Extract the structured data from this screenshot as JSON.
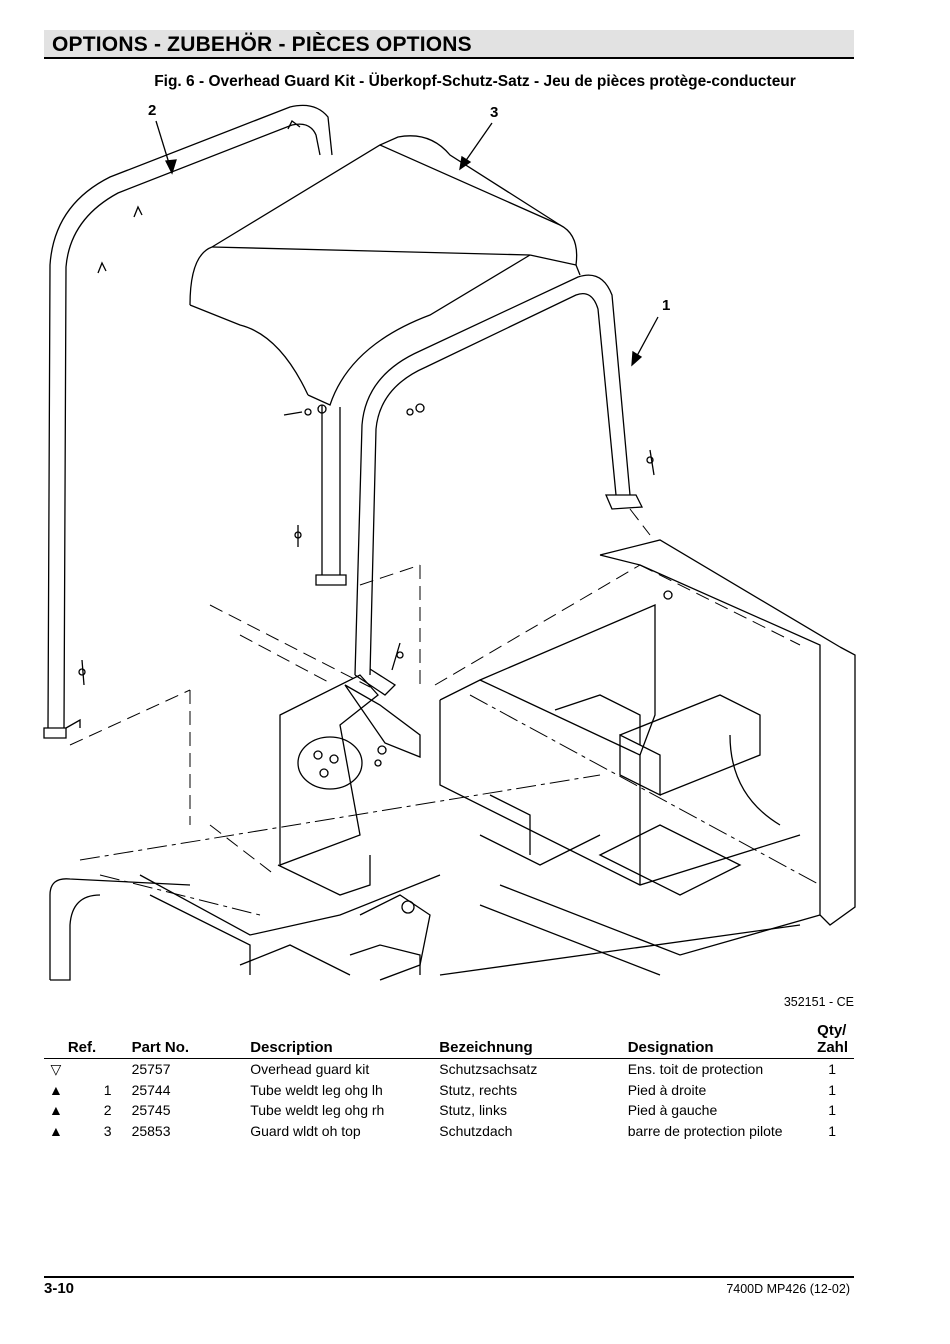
{
  "header": {
    "section_title": "OPTIONS - ZUBEHÖR - PIÈCES OPTIONS"
  },
  "figure": {
    "title": "Fig. 6 - Overhead Guard Kit - Überkopf-Schutz-Satz - Jeu de pièces protège-conducteur",
    "callouts": [
      "1",
      "2",
      "3"
    ],
    "figure_number": "352151 - CE"
  },
  "parts_table": {
    "headers": {
      "ref": "Ref.",
      "part_no": "Part No.",
      "description": "Description",
      "bezeichnung": "Bezeichnung",
      "designation": "Designation",
      "qty_line1": "Qty/",
      "qty_line2": "Zahl"
    },
    "rows": [
      {
        "marker": "▽",
        "ref": "",
        "part_no": "25757",
        "description": "Overhead guard kit",
        "bezeichnung": "Schutzsachsatz",
        "designation": "Ens. toit de protection",
        "qty": "1"
      },
      {
        "marker": "▲",
        "ref": "1",
        "part_no": "25744",
        "description": "Tube weldt leg ohg lh",
        "bezeichnung": "Stutz, rechts",
        "designation": "Pied à droite",
        "qty": "1"
      },
      {
        "marker": "▲",
        "ref": "2",
        "part_no": "25745",
        "description": "Tube weldt leg ohg rh",
        "bezeichnung": "Stutz, links",
        "designation": "Pied à gauche",
        "qty": "1"
      },
      {
        "marker": "▲",
        "ref": "3",
        "part_no": "25853",
        "description": "Guard wldt oh top",
        "bezeichnung": "Schutzdach",
        "designation": "barre de protection pilote",
        "qty": "1"
      }
    ]
  },
  "footer": {
    "page_number": "3-10",
    "document_code": "7400D MP426 (12-02)"
  }
}
